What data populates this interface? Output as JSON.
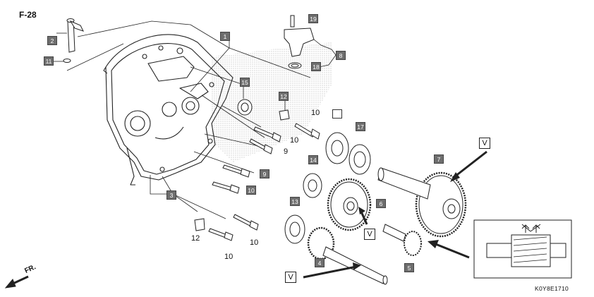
{
  "page_ref": "F-28",
  "diagram_code": "K0Y8E1710",
  "direction_label": "FR.",
  "highlight_marker": "V",
  "colors": {
    "callout_bg": "#6e6e6e",
    "line": "#222222",
    "dotted_shadow": "#bbbbbb"
  },
  "callouts": [
    {
      "id": "c1",
      "label": "1",
      "style": "box"
    },
    {
      "id": "c2",
      "label": "2",
      "style": "box"
    },
    {
      "id": "c3",
      "label": "3",
      "style": "box"
    },
    {
      "id": "c4",
      "label": "4",
      "style": "box"
    },
    {
      "id": "c5",
      "label": "5",
      "style": "box"
    },
    {
      "id": "c6",
      "label": "6",
      "style": "box"
    },
    {
      "id": "c7",
      "label": "7",
      "style": "box"
    },
    {
      "id": "c8",
      "label": "8",
      "style": "box"
    },
    {
      "id": "c9a",
      "label": "9",
      "style": "box"
    },
    {
      "id": "c9b",
      "label": "9",
      "style": "plain"
    },
    {
      "id": "c10a",
      "label": "10",
      "style": "plain"
    },
    {
      "id": "c10b",
      "label": "10",
      "style": "plain"
    },
    {
      "id": "c10c",
      "label": "10",
      "style": "box"
    },
    {
      "id": "c10d",
      "label": "10",
      "style": "plain"
    },
    {
      "id": "c10e",
      "label": "10",
      "style": "plain"
    },
    {
      "id": "c11",
      "label": "11",
      "style": "box"
    },
    {
      "id": "c12a",
      "label": "12",
      "style": "box"
    },
    {
      "id": "c12b",
      "label": "12",
      "style": "plain"
    },
    {
      "id": "c13",
      "label": "13",
      "style": "box"
    },
    {
      "id": "c14",
      "label": "14",
      "style": "box"
    },
    {
      "id": "c15",
      "label": "15",
      "style": "box"
    },
    {
      "id": "c16",
      "label": "",
      "style": "empty"
    },
    {
      "id": "c17",
      "label": "17",
      "style": "box"
    },
    {
      "id": "c18",
      "label": "18",
      "style": "box"
    },
    {
      "id": "c19",
      "label": "19",
      "style": "box"
    }
  ]
}
